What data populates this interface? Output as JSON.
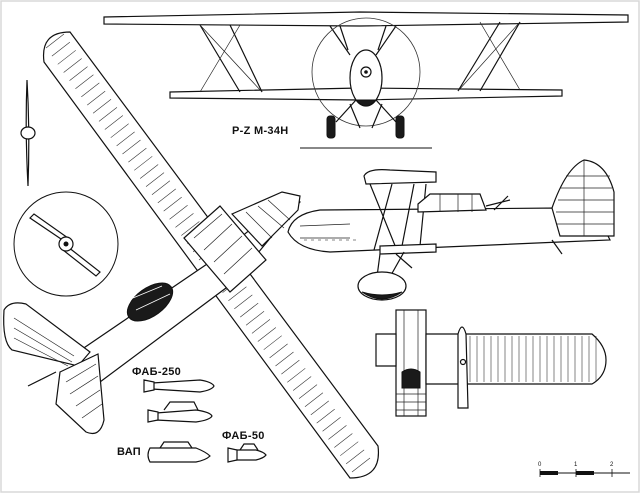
{
  "title": "P-Z M-34H",
  "labels": {
    "bomb_250": "ФАБ-250",
    "bomb_50": "ФАБ-50",
    "vap": "ВАП"
  },
  "scale_bar": {
    "ticks": [
      "0",
      "1",
      "2"
    ]
  },
  "colors": {
    "line": "#111111",
    "background": "#ffffff"
  }
}
